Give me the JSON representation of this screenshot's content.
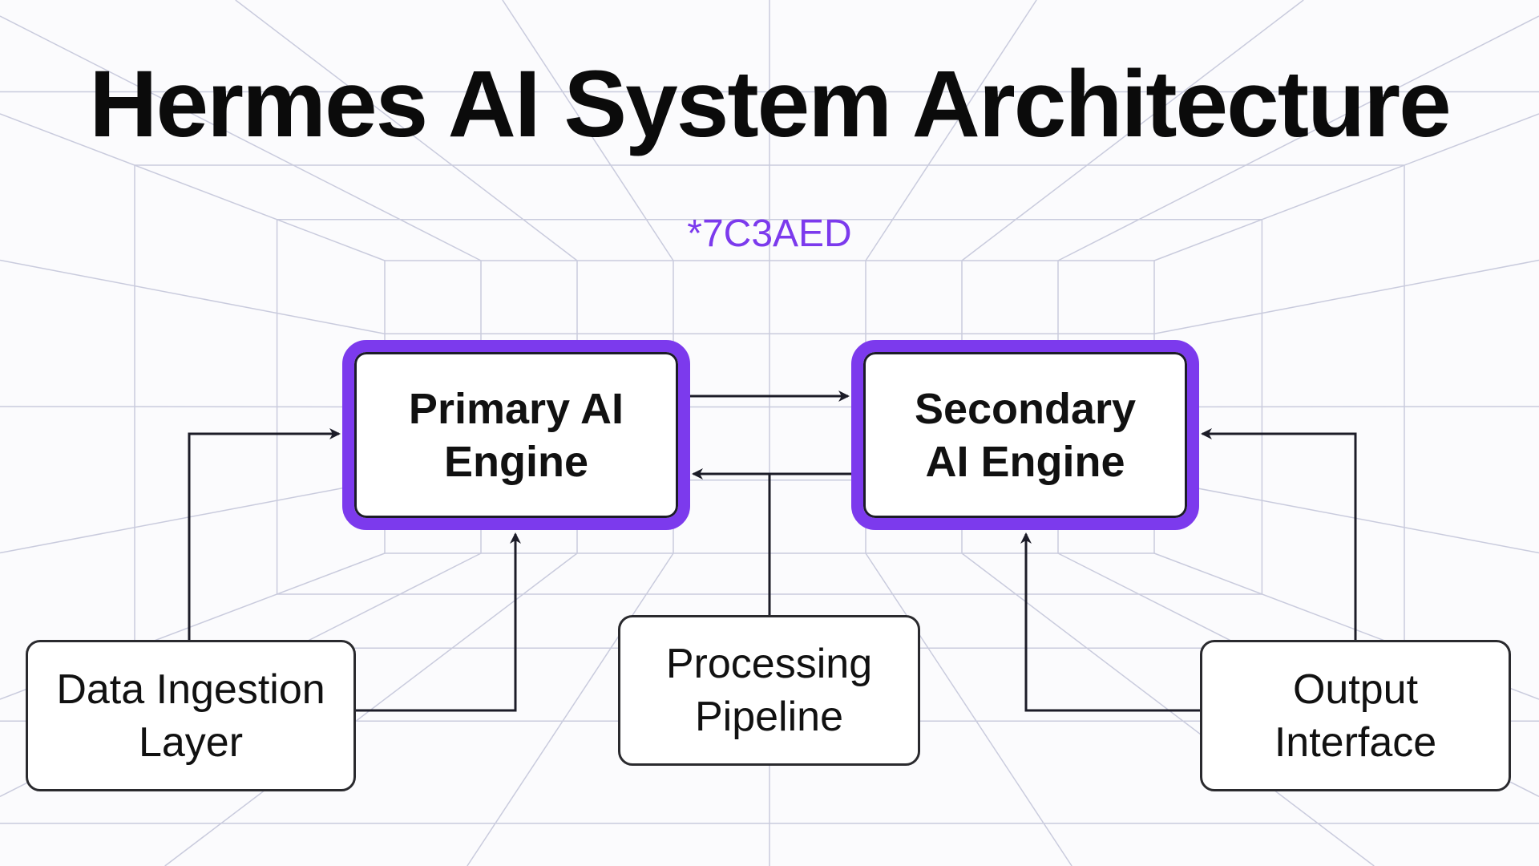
{
  "title": "Hermes AI System Architecture",
  "accent_label": "*7C3AED",
  "colors": {
    "accent": "#7C3AED",
    "ink": "#1c1c28",
    "grid": "#c9cbdd",
    "background": "#fbfbfd"
  },
  "nodes": {
    "primary": {
      "label": "Primary AI\nEngine"
    },
    "secondary": {
      "label": "Secondary\nAI Engine"
    },
    "ingest": {
      "label": "Data Ingestion\nLayer"
    },
    "pipeline": {
      "label": "Processing\nPipeline"
    },
    "output": {
      "label": "Output\nInterface"
    }
  },
  "connections": [
    {
      "from": "Data Ingestion Layer",
      "to": "Primary AI Engine"
    },
    {
      "from": "Data Ingestion Layer",
      "to": "Primary AI Engine"
    },
    {
      "from": "Primary AI Engine",
      "to": "Secondary AI Engine"
    },
    {
      "from": "Processing Pipeline",
      "to": "Primary AI Engine"
    },
    {
      "from": "Output Interface",
      "to": "Secondary AI Engine"
    },
    {
      "from": "Output Interface",
      "to": "Secondary AI Engine"
    }
  ]
}
